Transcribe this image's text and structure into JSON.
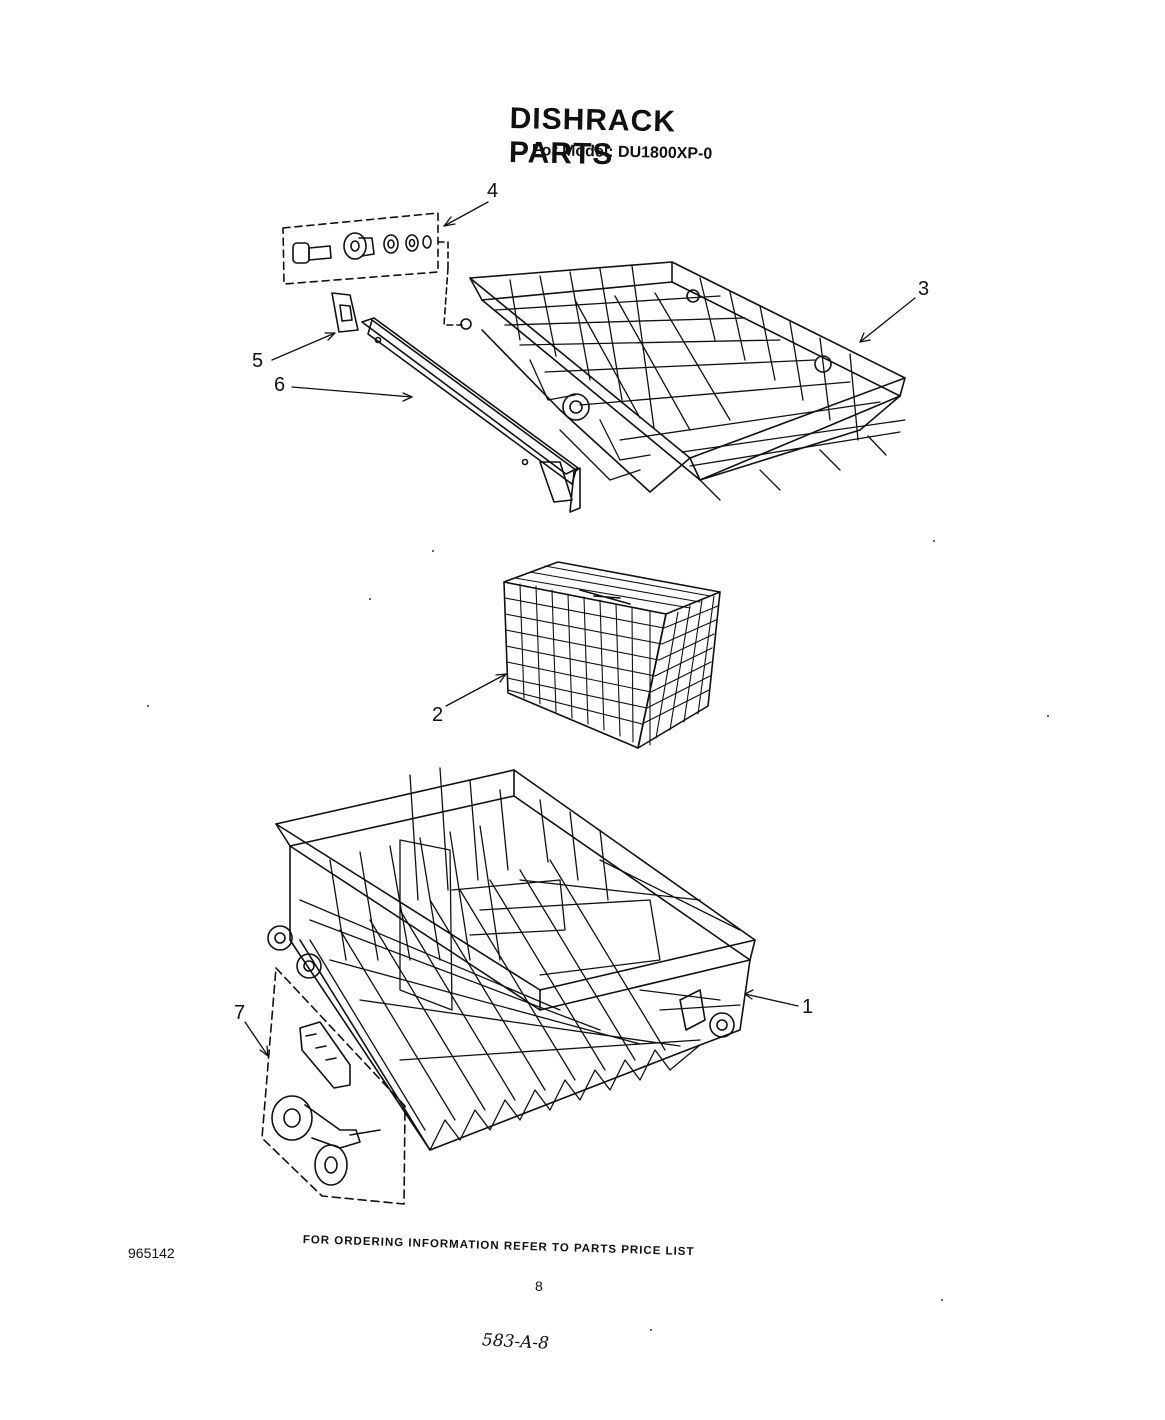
{
  "header": {
    "title": "DISHRACK PARTS",
    "subtitle": "For Model: DU1800XP-0"
  },
  "callouts": [
    {
      "id": "1",
      "label": "1"
    },
    {
      "id": "2",
      "label": "2"
    },
    {
      "id": "3",
      "label": "3"
    },
    {
      "id": "4",
      "label": "4"
    },
    {
      "id": "5",
      "label": "5"
    },
    {
      "id": "6",
      "label": "6"
    },
    {
      "id": "7",
      "label": "7"
    }
  ],
  "footer": {
    "doc_number": "965142",
    "ordering_note": "FOR ORDERING INFORMATION REFER TO PARTS PRICE LIST",
    "page_number": "8",
    "handwritten_note": "583-A-8"
  },
  "colors": {
    "ink": "#111111",
    "paper": "#ffffff"
  }
}
